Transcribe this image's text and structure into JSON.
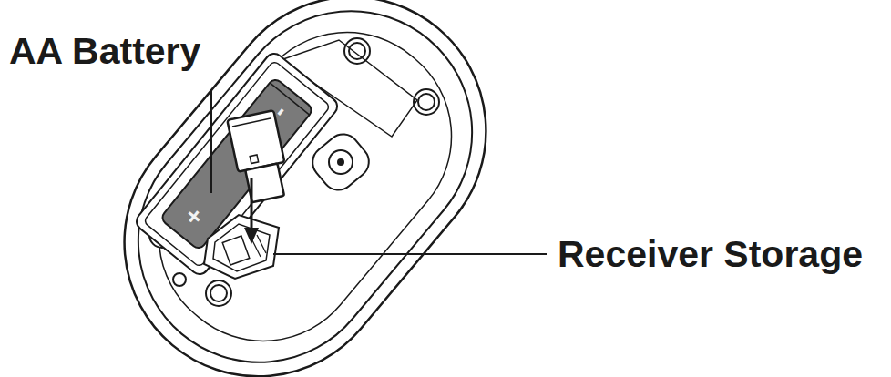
{
  "diagram": {
    "labels": [
      "AA Battery",
      "Receiver Storage",
      "+",
      "-"
    ]
  }
}
